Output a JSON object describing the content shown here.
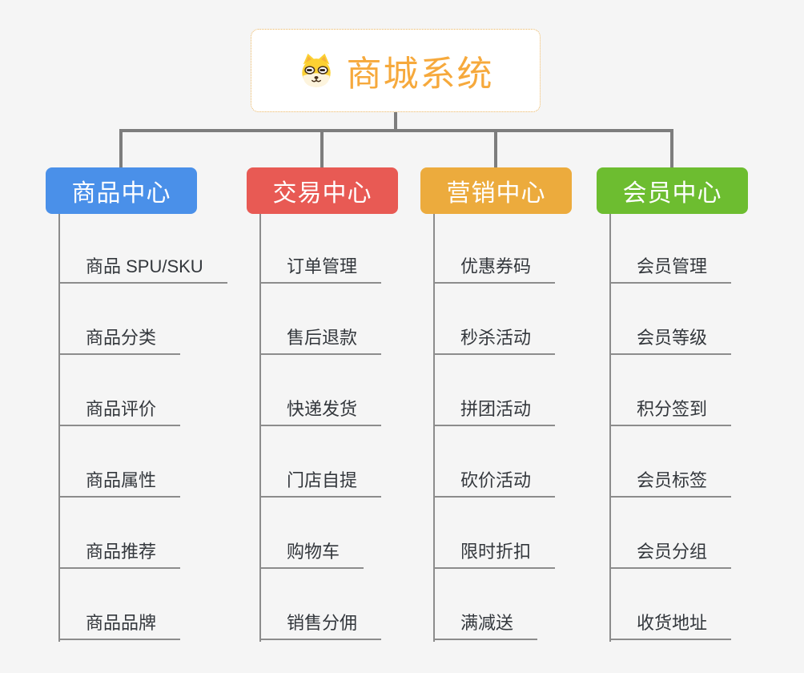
{
  "root": {
    "title": "商城系统",
    "icon": "shiba-dog-icon",
    "text_color": "#f6a93c",
    "border_color": "#eab45f",
    "background": "#ffffff"
  },
  "colors": {
    "canvas_background": "#f5f5f5",
    "connector": "#7d7d7d",
    "child_underline": "#8c8c8c",
    "child_text": "#33373c",
    "branch_text": "#ffffff"
  },
  "branches": [
    {
      "label": "商品中心",
      "color": "#4a90e9",
      "children": [
        "商品 SPU/SKU",
        "商品分类",
        "商品评价",
        "商品属性",
        "商品推荐",
        "商品品牌"
      ]
    },
    {
      "label": "交易中心",
      "color": "#e85a54",
      "children": [
        "订单管理",
        "售后退款",
        "快递发货",
        "门店自提",
        "购物车",
        "销售分佣"
      ]
    },
    {
      "label": "营销中心",
      "color": "#ecab3d",
      "children": [
        "优惠券码",
        "秒杀活动",
        "拼团活动",
        "砍价活动",
        "限时折扣",
        "满减送"
      ]
    },
    {
      "label": "会员中心",
      "color": "#6dbd30",
      "children": [
        "会员管理",
        "会员等级",
        "积分签到",
        "会员标签",
        "会员分组",
        "收货地址"
      ]
    }
  ]
}
